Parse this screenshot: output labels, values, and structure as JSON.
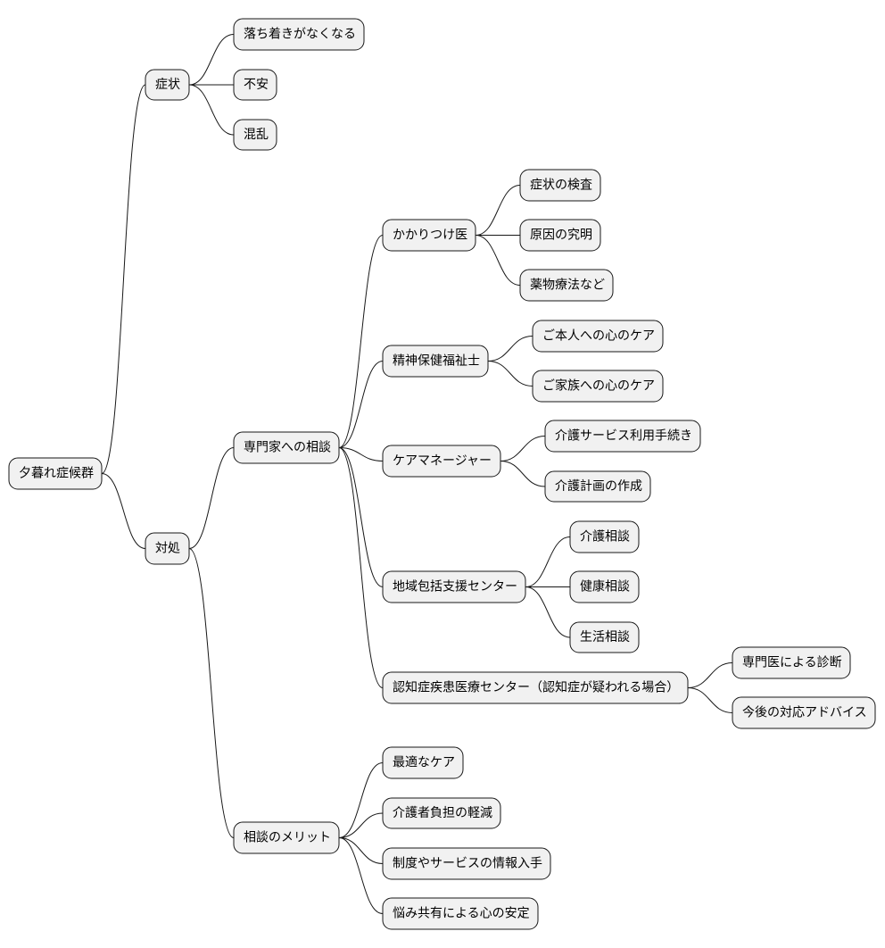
{
  "mindmap": {
    "root": "夕暮れ症候群",
    "branches": {
      "symptoms": {
        "label": "症状",
        "items": [
          "落ち着きがなくなる",
          "不安",
          "混乱"
        ]
      },
      "response": {
        "label": "対処",
        "consult": {
          "label": "専門家への相談",
          "experts": [
            {
              "label": "かかりつけ医",
              "items": [
                "症状の検査",
                "原因の究明",
                "薬物療法など"
              ]
            },
            {
              "label": "精神保健福祉士",
              "items": [
                "ご本人への心のケア",
                "ご家族への心のケア"
              ]
            },
            {
              "label": "ケアマネージャー",
              "items": [
                "介護サービス利用手続き",
                "介護計画の作成"
              ]
            },
            {
              "label": "地域包括支援センター",
              "items": [
                "介護相談",
                "健康相談",
                "生活相談"
              ]
            },
            {
              "label": "認知症疾患医療センター（認知症が疑われる場合）",
              "items": [
                "専門医による診断",
                "今後の対応アドバイス"
              ]
            }
          ]
        },
        "merits": {
          "label": "相談のメリット",
          "items": [
            "最適なケア",
            "介護者負担の軽減",
            "制度やサービスの情報入手",
            "悩み共有による心の安定"
          ]
        }
      }
    }
  }
}
